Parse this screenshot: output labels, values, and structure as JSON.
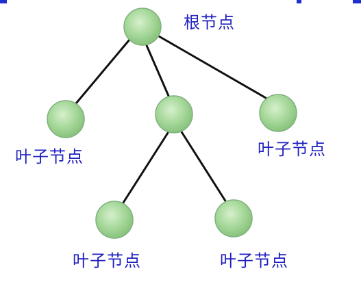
{
  "diagram": {
    "type": "tree",
    "nodes": [
      {
        "id": "root",
        "label": "根节点"
      },
      {
        "id": "leaf-1",
        "label": "叶子节点"
      },
      {
        "id": "inner",
        "label": ""
      },
      {
        "id": "leaf-2",
        "label": "叶子节点"
      },
      {
        "id": "leaf-3",
        "label": "叶子节点"
      },
      {
        "id": "leaf-4",
        "label": "叶子节点"
      }
    ],
    "edges": [
      {
        "from": "root",
        "to": "leaf-1"
      },
      {
        "from": "root",
        "to": "inner"
      },
      {
        "from": "root",
        "to": "leaf-2"
      },
      {
        "from": "inner",
        "to": "leaf-3"
      },
      {
        "from": "inner",
        "to": "leaf-4"
      }
    ]
  },
  "colors": {
    "label": "#2020c0",
    "edge": "#111111",
    "node_fill": "#a6d89a",
    "node_stroke": "#7fb27f",
    "top_band_accent": "#1f2fd0"
  }
}
